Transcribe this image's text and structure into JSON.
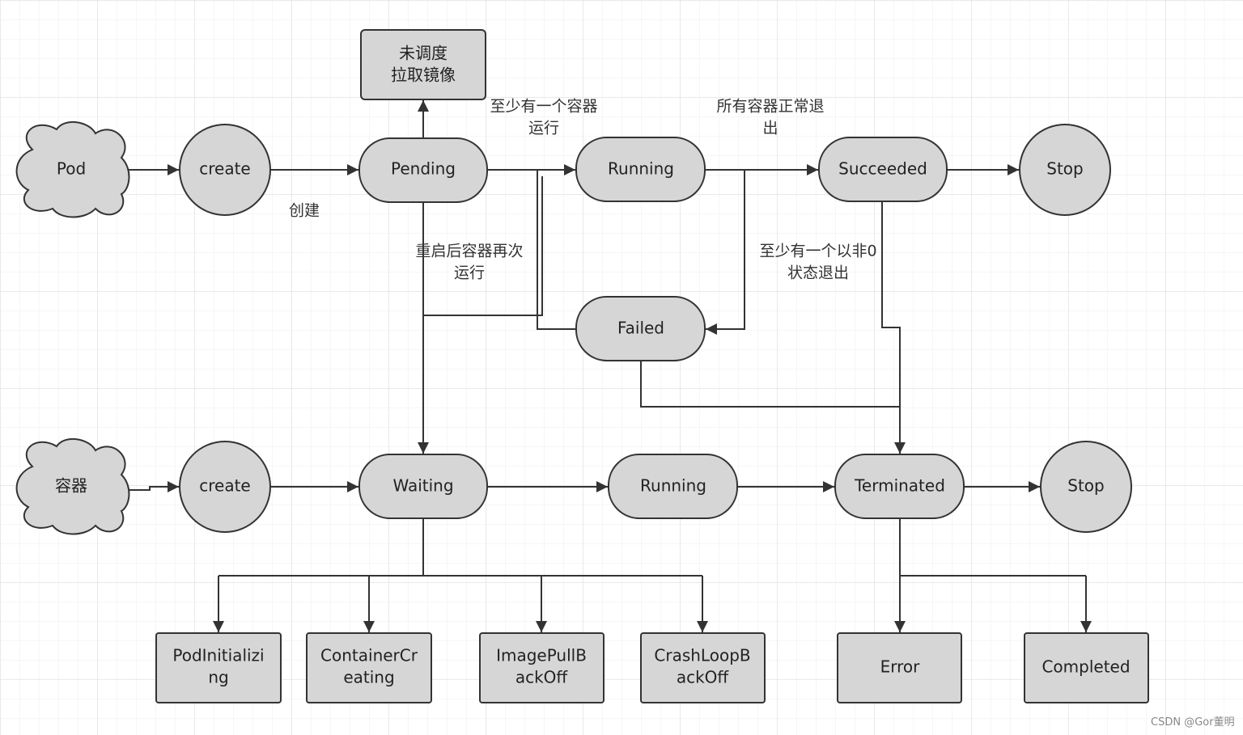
{
  "nodes": {
    "pod": "Pod",
    "pod_create": "create",
    "pending": "Pending",
    "unscheduled_line1": "未调度",
    "unscheduled_line2": "拉取镜像",
    "pod_running": "Running",
    "succeeded": "Succeeded",
    "pod_stop": "Stop",
    "failed": "Failed",
    "container": "容器",
    "container_create": "create",
    "waiting": "Waiting",
    "container_running": "Running",
    "terminated": "Terminated",
    "container_stop": "Stop",
    "podinit_line1": "PodInitializi",
    "podinit_line2": "ng",
    "containercreating_line1": "ContainerCr",
    "containercreating_line2": "eating",
    "imagepull_line1": "ImagePullB",
    "imagepull_line2": "ackOff",
    "crashloop_line1": "CrashLoopB",
    "crashloop_line2": "ackOff",
    "error": "Error",
    "completed": "Completed"
  },
  "edge_labels": {
    "create": "创建",
    "running_line1": "至少有一个容器",
    "running_line2": "运行",
    "succeeded_line1": "所有容器正常退",
    "succeeded_line2": "出",
    "restart_line1": "重启后容器再次",
    "restart_line2": "运行",
    "failed_line1": "至少有一个以非0",
    "failed_line2": "状态退出"
  },
  "watermark": "CSDN @Gor董明",
  "colors": {
    "node_fill": "#d6d6d6",
    "stroke": "#333333"
  }
}
